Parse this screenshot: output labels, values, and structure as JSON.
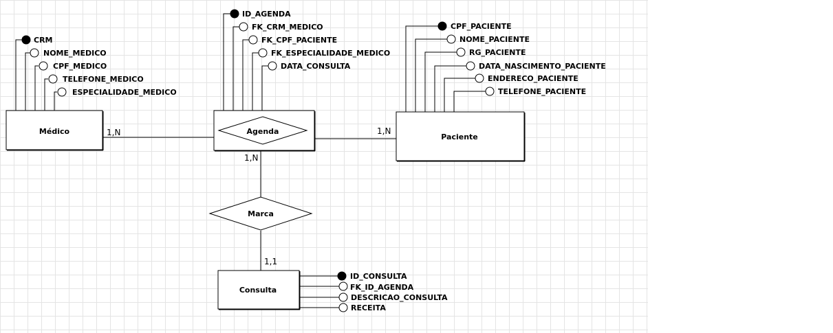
{
  "entities": {
    "medico": "Médico",
    "agenda": "Agenda",
    "paciente": "Paciente",
    "consulta": "Consulta"
  },
  "relationship": {
    "marca": "Marca"
  },
  "medico_attrs": [
    "CRM",
    "NOME_MEDICO",
    "CPF_MEDICO",
    "TELEFONE_MEDICO",
    "ESPECIALIDADE_MEDICO"
  ],
  "agenda_attrs": [
    "ID_AGENDA",
    "FK_CRM_MEDICO",
    "FK_CPF_PACIENTE",
    "FK_ESPECIALIDADE_MEDICO",
    "DATA_CONSULTA"
  ],
  "paciente_attrs": [
    "CPF_PACIENTE",
    "NOME_PACIENTE",
    "RG_PACIENTE",
    "DATA_NASCIMENTO_PACIENTE",
    "ENDERECO_PACIENTE",
    "TELEFONE_PACIENTE"
  ],
  "consulta_attrs": [
    "ID_CONSULTA",
    "FK_ID_AGENDA",
    "DESCRICAO_CONSULTA",
    "RECEITA"
  ],
  "cardinalities": {
    "medico_agenda": "1,N",
    "paciente_agenda": "1,N",
    "agenda_marca": "1,N",
    "marca_consulta": "1,1"
  }
}
